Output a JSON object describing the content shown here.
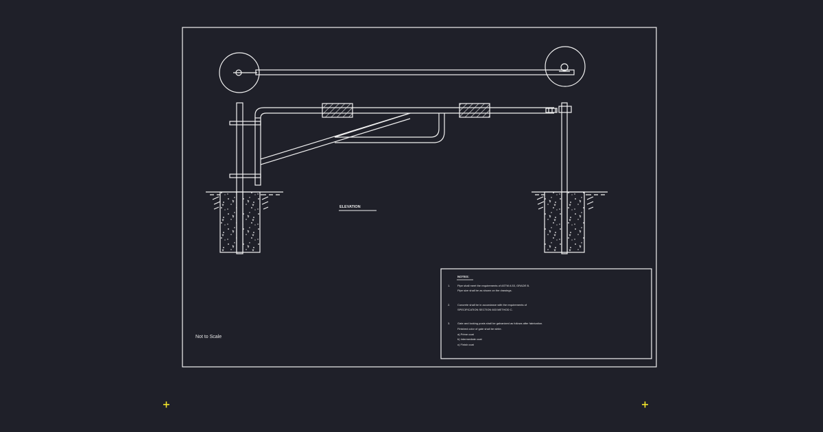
{
  "drawing": {
    "elevation_label": "ELEVATION",
    "not_to_scale": "Not to Scale"
  },
  "notes": {
    "heading": "NOTES:",
    "items": [
      {
        "num": "1.",
        "lines": [
          "Pipe shall meet the requirements of ASTM A 53, GRADE B.",
          "Pipe size shall be as shown on the drawings."
        ]
      },
      {
        "num": "2.",
        "lines": [
          "Concrete shall be in accordance with the requirements of",
          "SPECIFICATION SECTION 603 METHOD C."
        ]
      },
      {
        "num": "3.",
        "lines": [
          "Gate and locking posts shall be galvanized as follows after fabrication.",
          "Finished color of gate shall be white.",
          "a) Prime coat",
          "b) Intermediate coat",
          "c) Finish coat"
        ]
      }
    ]
  },
  "colors": {
    "background": "#1f2029",
    "lines": "#f2f2f2",
    "markers": "#f5e72a"
  },
  "icons": {
    "corner_markers": "plus-marker-icon"
  }
}
